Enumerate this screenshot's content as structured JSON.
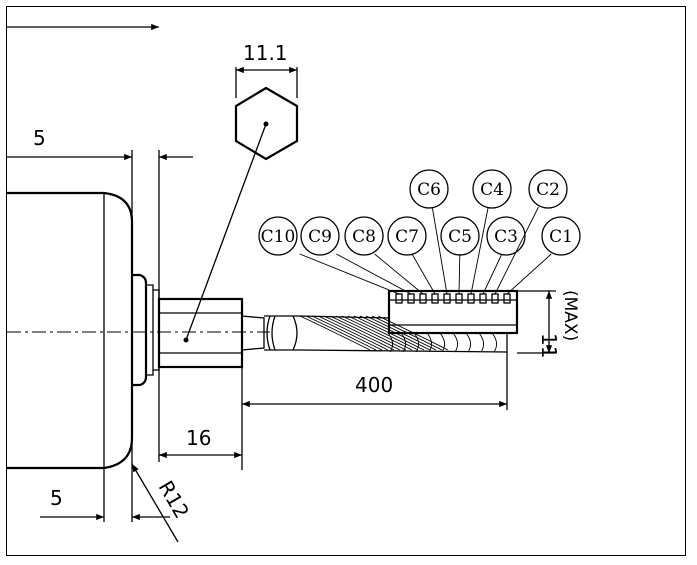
{
  "drawing": {
    "dims": {
      "hex_across_flats": "11.1",
      "top_left": "5",
      "bottom_left": "5",
      "shaft_length": "16",
      "cable_length": "400",
      "connector_height": "11",
      "connector_height_note": "(MAX)",
      "radius": "R12"
    },
    "connector_pins": [
      {
        "label": "C10"
      },
      {
        "label": "C9"
      },
      {
        "label": "C8"
      },
      {
        "label": "C7"
      },
      {
        "label": "C6"
      },
      {
        "label": "C5"
      },
      {
        "label": "C4"
      },
      {
        "label": "C3"
      },
      {
        "label": "C2"
      },
      {
        "label": "C1"
      }
    ]
  }
}
